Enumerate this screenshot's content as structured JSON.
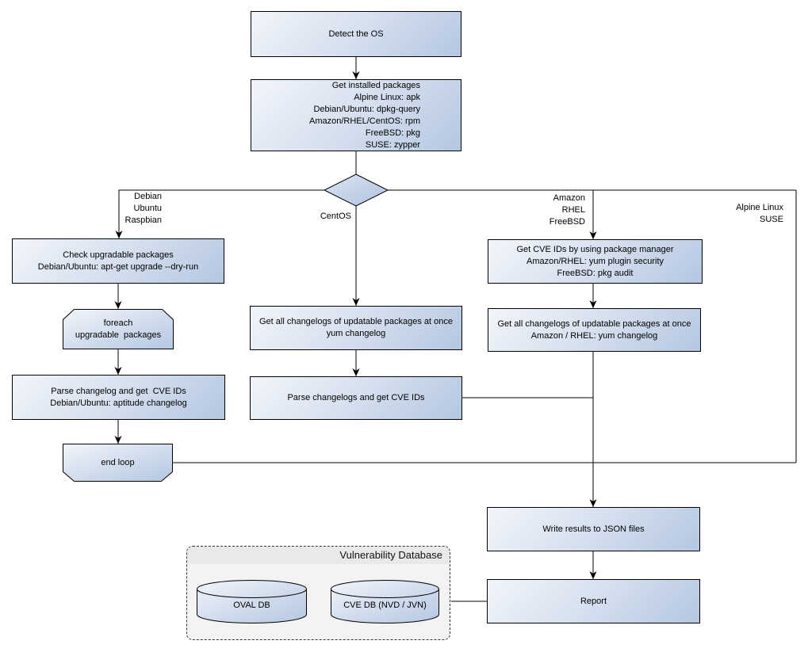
{
  "nodes": {
    "detect_os": {
      "label": "Detect the OS"
    },
    "get_installed_packages": {
      "label": "Get installed packages\nAlpine Linux: apk\nDebian/Ubuntu: dpkg-query\nAmazon/RHEL/CentOS: rpm\nFreeBSD: pkg\nSUSE: zypper"
    },
    "check_upgradable": {
      "label": "Check upgradable packages\nDebian/Ubuntu: apt-get upgrade --dry-run"
    },
    "foreach_loop": {
      "label": "foreach\nupgradable  packages"
    },
    "parse_changelog_left": {
      "label": "Parse changelog and get  CVE IDs\nDebian/Ubuntu: aptitude changelog"
    },
    "end_loop": {
      "label": "end loop"
    },
    "get_changelogs_center": {
      "label": "Get all changelogs of updatable packages at once\nyum changelog"
    },
    "parse_changelogs_center": {
      "label": "Parse changelogs and get CVE IDs"
    },
    "get_cve_ids_right": {
      "label": "Get CVE IDs by using package manager\nAmazon/RHEL: yum plugin security\nFreeBSD: pkg audit"
    },
    "get_changelogs_right": {
      "label": "Get all changelogs of updatable packages at once\nAmazon / RHEL: yum changelog"
    },
    "write_results": {
      "label": "Write results to JSON files"
    },
    "report": {
      "label": "Report"
    }
  },
  "edge_labels": {
    "debian_branch": "Debian\nUbuntu\nRaspbian",
    "centos_branch": "CentOS",
    "amazon_branch": "Amazon\nRHEL\nFreeBSD",
    "alpine_branch": "Alpine Linux\nSUSE"
  },
  "database": {
    "title": "Vulnerability Database",
    "oval_label": "OVAL DB",
    "cve_label": "CVE DB (NVD / JVN)"
  },
  "colors": {
    "node_gradient_start": "#f2f5fb",
    "node_gradient_end": "#b4c7e1",
    "border": "#000000",
    "db_panel": "#f3f3f3",
    "db_title_strip": "#e9e9e9"
  }
}
